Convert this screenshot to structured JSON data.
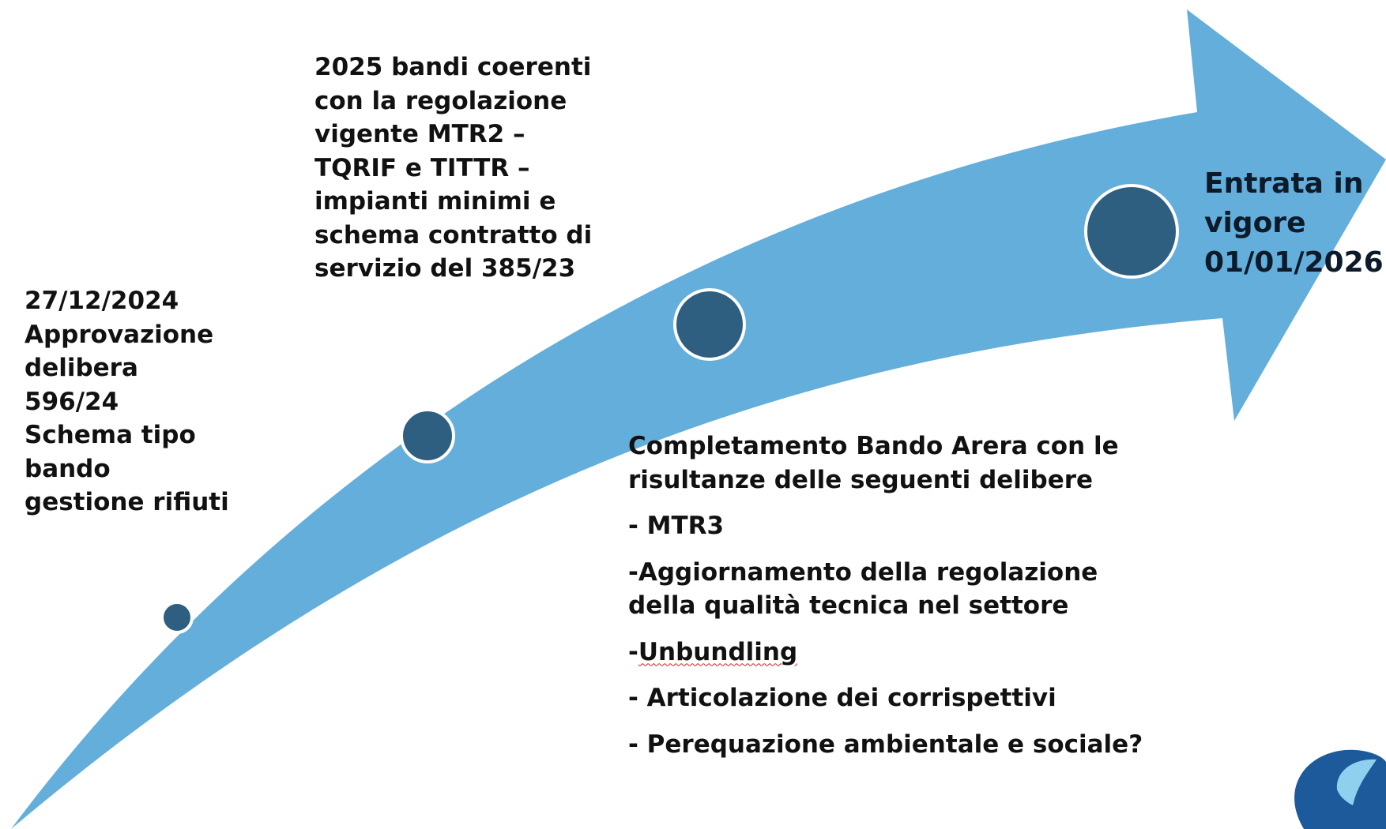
{
  "colors": {
    "arrow": "#63aedb",
    "node_fill": "#2e5f80",
    "node_stroke": "#ffffff",
    "text": "#111111",
    "logo_dark": "#1d5a9c",
    "logo_light": "#8fd0ef"
  },
  "milestones": {
    "m1": {
      "lines": [
        "27/12/2024",
        "Approvazione",
        "delibera",
        "596/24",
        "Schema tipo",
        "bando",
        "gestione rifiuti"
      ]
    },
    "m2": {
      "lines": [
        "2025 bandi coerenti",
        "con la regolazione",
        "vigente MTR2 –",
        "TQRIF e TITTR –",
        "impianti minimi e",
        "schema contratto di",
        "servizio del 385/23"
      ]
    },
    "m3": {
      "intro": [
        "Completamento Bando Arera con le",
        "risultanze delle seguenti delibere"
      ],
      "items": [
        {
          "lines": [
            "- MTR3"
          ]
        },
        {
          "lines": [
            "-Aggiornamento della regolazione",
            "della qualità tecnica nel settore"
          ]
        },
        {
          "prefix": "-",
          "word": "Unbundling"
        },
        {
          "lines": [
            "- Articolazione dei corrispettivi"
          ]
        },
        {
          "lines": [
            "- Perequazione ambientale e sociale?"
          ]
        }
      ]
    },
    "m4": {
      "lines": [
        "Entrata in",
        "vigore",
        "01/01/2026"
      ]
    }
  },
  "logo": {
    "icon": "wave-logo-icon"
  }
}
